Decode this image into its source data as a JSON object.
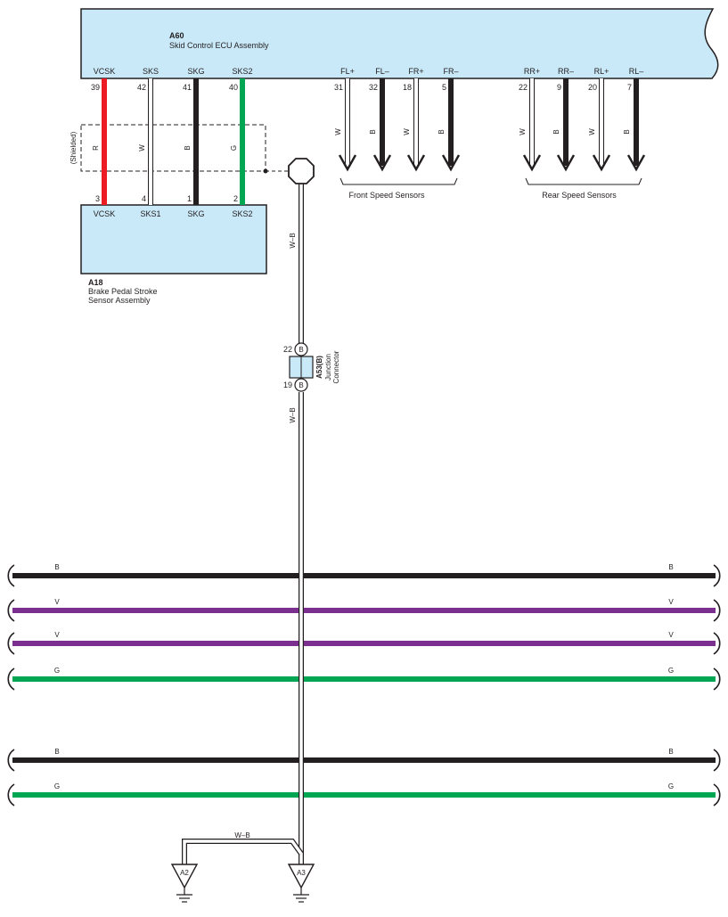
{
  "ecu": {
    "code": "A60",
    "name": "Skid Control ECU Assembly",
    "pins": [
      {
        "label": "VCSK",
        "pin": "39",
        "wire": "R",
        "color": "#ed1c24"
      },
      {
        "label": "SKS",
        "pin": "42",
        "wire": "W",
        "color": "#ffffff"
      },
      {
        "label": "SKG",
        "pin": "41",
        "wire": "B",
        "color": "#231f20"
      },
      {
        "label": "SKS2",
        "pin": "40",
        "wire": "G",
        "color": "#00a651"
      }
    ],
    "speed_pins": [
      {
        "label": "FL+",
        "pin": "31",
        "wire": "W",
        "color": "#ffffff"
      },
      {
        "label": "FL–",
        "pin": "32",
        "wire": "B",
        "color": "#231f20"
      },
      {
        "label": "FR+",
        "pin": "18",
        "wire": "W",
        "color": "#ffffff"
      },
      {
        "label": "FR–",
        "pin": "5",
        "wire": "B",
        "color": "#231f20"
      },
      {
        "label": "RR+",
        "pin": "22",
        "wire": "W",
        "color": "#ffffff"
      },
      {
        "label": "RR–",
        "pin": "9",
        "wire": "B",
        "color": "#231f20"
      },
      {
        "label": "RL+",
        "pin": "20",
        "wire": "W",
        "color": "#ffffff"
      },
      {
        "label": "RL–",
        "pin": "7",
        "wire": "B",
        "color": "#231f20"
      }
    ]
  },
  "sensor": {
    "code": "A18",
    "name_line1": "Brake Pedal Stroke",
    "name_line2": "Sensor Assembly",
    "pins": [
      {
        "label": "VCSK",
        "pin": "3"
      },
      {
        "label": "SKS1",
        "pin": "4"
      },
      {
        "label": "SKG",
        "pin": "1"
      },
      {
        "label": "SKS2",
        "pin": "2"
      }
    ]
  },
  "shield_label": "(Shielded)",
  "front_sensors_label": "Front Speed Sensors",
  "rear_sensors_label": "Rear Speed Sensors",
  "ground_wire": "W–B",
  "junction": {
    "code": "A53(B)",
    "name_line1": "Junction",
    "name_line2": "Connector",
    "pin_top": "22",
    "pin_bottom": "19",
    "letter": "B"
  },
  "bus_wires": [
    {
      "wire": "B",
      "color": "#231f20"
    },
    {
      "wire": "V",
      "color": "#7b2f8e"
    },
    {
      "wire": "V",
      "color": "#7b2f8e"
    },
    {
      "wire": "G",
      "color": "#00a651"
    },
    {
      "wire": "B",
      "color": "#231f20"
    },
    {
      "wire": "G",
      "color": "#00a651"
    }
  ],
  "grounds": [
    "A2",
    "A3"
  ],
  "colors": {
    "component_fill": "#c9e9f8",
    "outline": "#231f20"
  }
}
